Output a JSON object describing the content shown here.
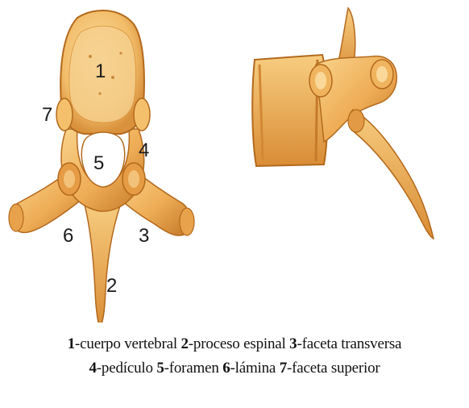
{
  "figure": {
    "numbers": {
      "n1": "1",
      "n2": "2",
      "n3": "3",
      "n4": "4",
      "n5": "5",
      "n6": "6",
      "n7": "7"
    }
  },
  "caption": {
    "line1": [
      {
        "num": "1",
        "text": "-cuerpo vertebral "
      },
      {
        "num": "2",
        "text": "-proceso espinal "
      },
      {
        "num": "3",
        "text": "-faceta transversa"
      }
    ],
    "line2": [
      {
        "num": "4",
        "text": "-pedículo "
      },
      {
        "num": "5",
        "text": "-foramen "
      },
      {
        "num": "6",
        "text": "-lámina "
      },
      {
        "num": "7",
        "text": "-faceta superior"
      }
    ]
  },
  "colors": {
    "bone_light": "#f6c77a",
    "bone_mid": "#e9a24a",
    "bone_dark": "#b86d1e"
  }
}
